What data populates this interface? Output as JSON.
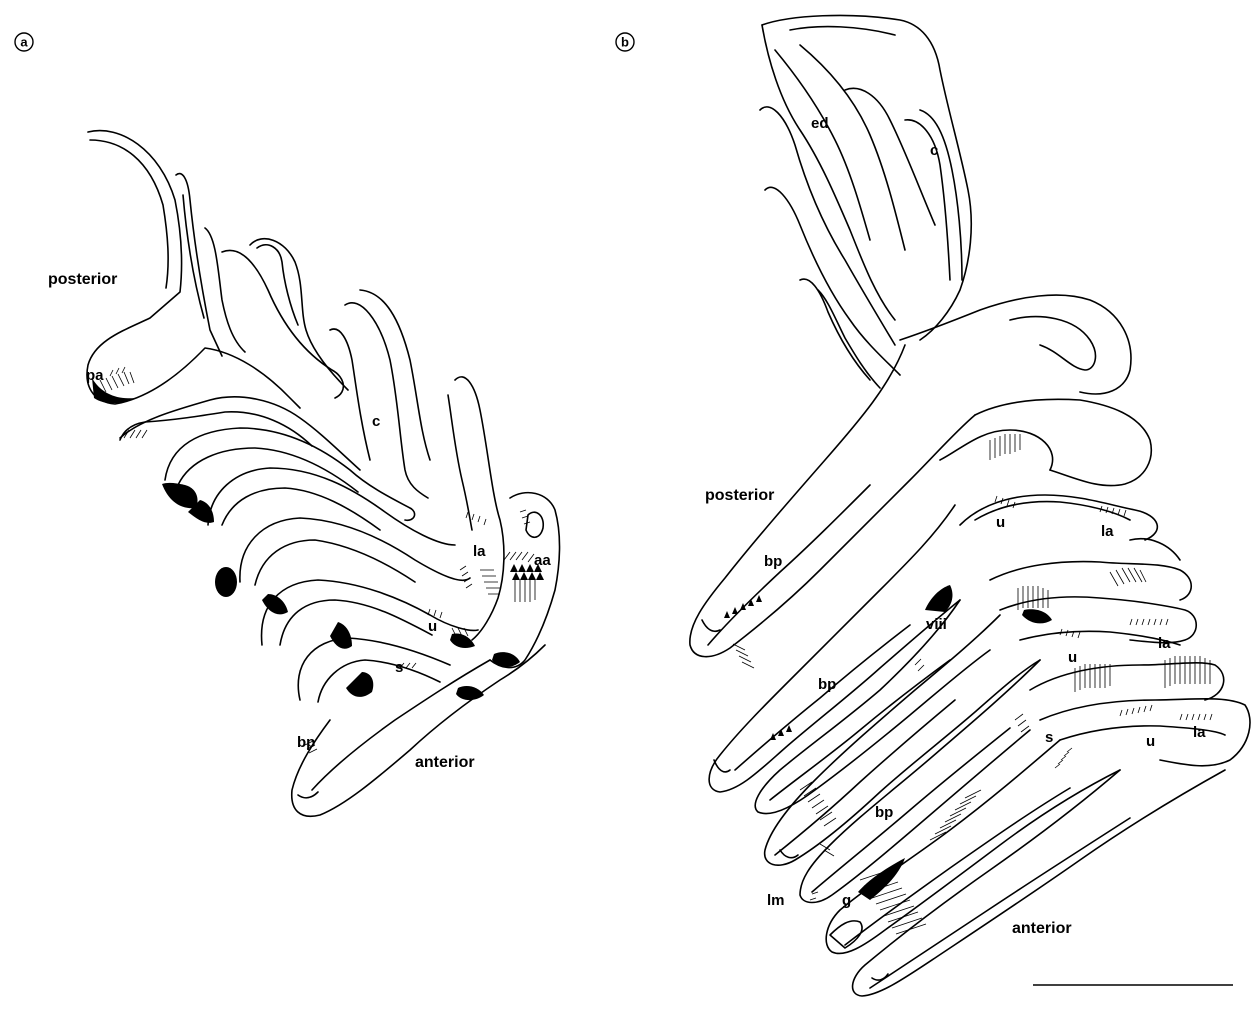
{
  "panels": [
    {
      "letter": "a",
      "labels": {
        "posterior": "posterior",
        "anterior": "anterior",
        "pa": "pa",
        "c": "c",
        "la": "la",
        "aa": "aa",
        "u": "u",
        "s": "s",
        "bp": "bp"
      }
    },
    {
      "letter": "b",
      "labels": {
        "ed": "ed",
        "c": "c",
        "posterior": "posterior",
        "anterior": "anterior",
        "bp1": "bp",
        "bp2": "bp",
        "bp3": "bp",
        "u1": "u",
        "u2": "u",
        "u3": "u",
        "la1": "la",
        "la2": "la",
        "la3": "la",
        "viii": "viii",
        "s": "s",
        "lm": "lm",
        "g": "g"
      }
    }
  ]
}
